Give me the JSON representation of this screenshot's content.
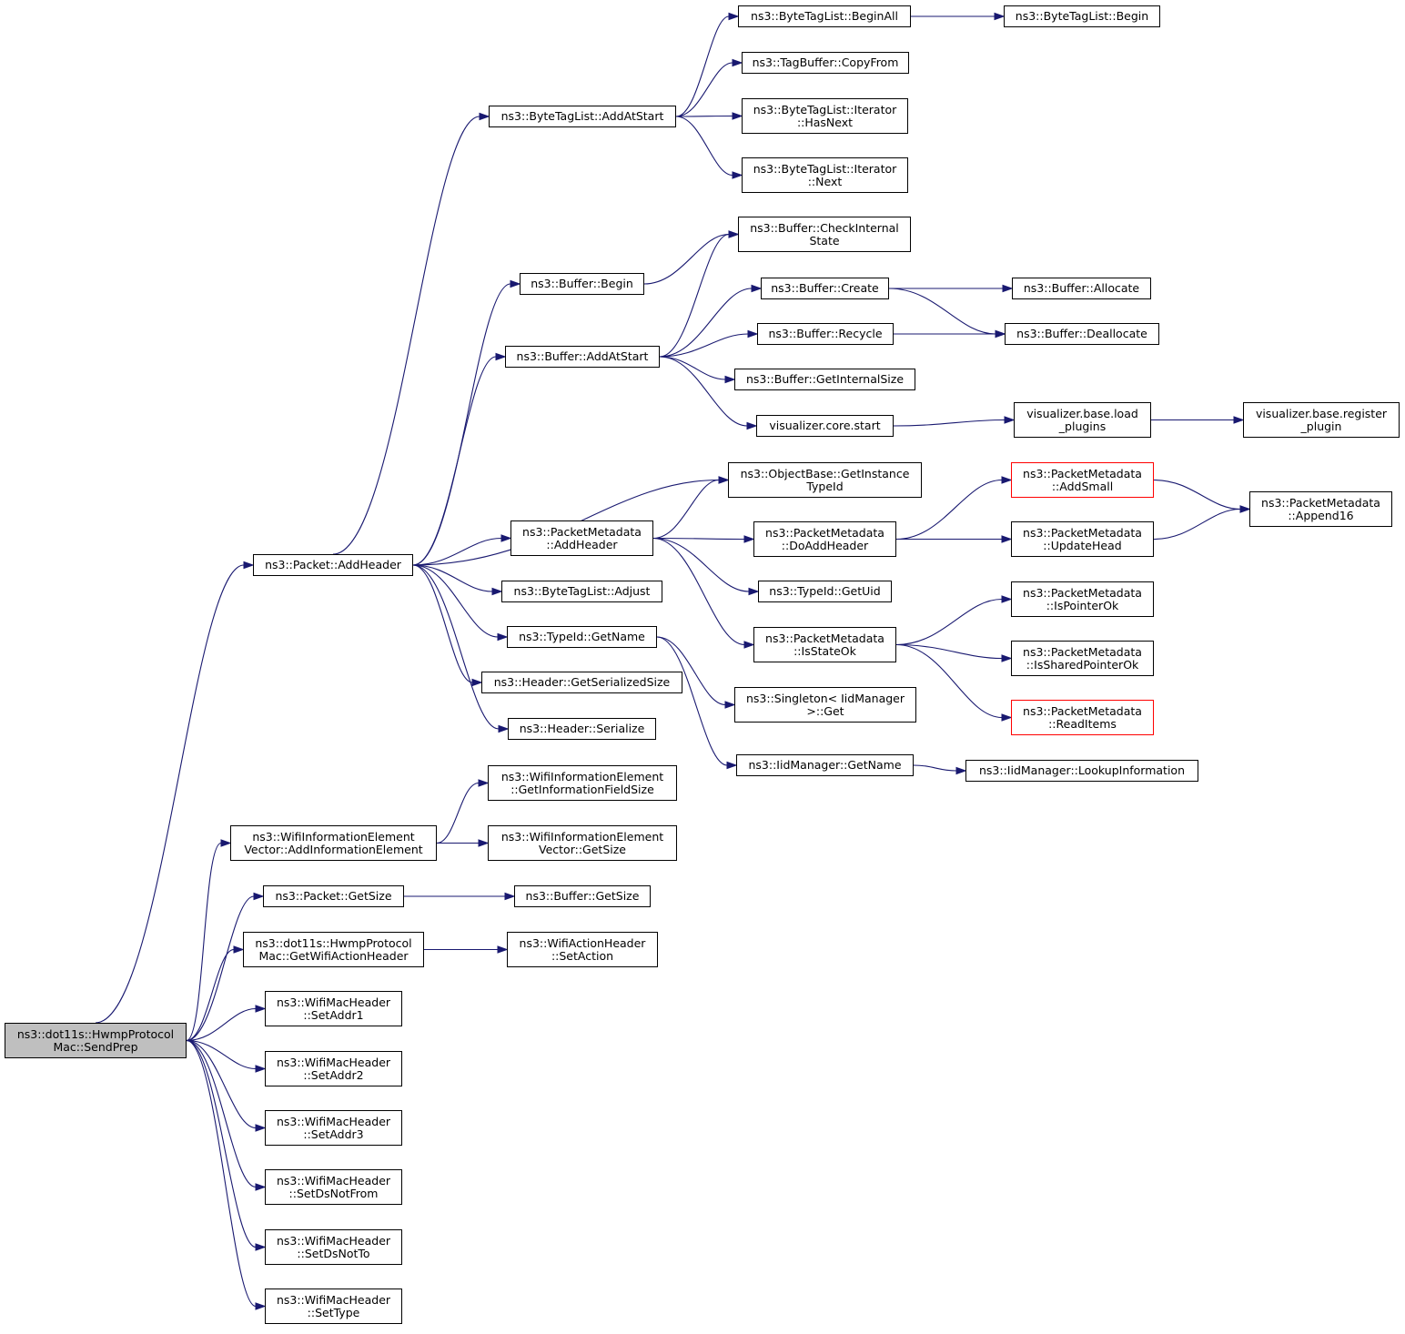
{
  "colors": {
    "edge": "#191970",
    "root_fill": "#bfbfbf",
    "node_border": "#000000",
    "truncated_border": "#ff0000"
  },
  "nodes": {
    "sendprep": [
      "ns3::dot11s::HwmpProtocol",
      "Mac::SendPrep"
    ],
    "pkt_addheader": [
      "ns3::Packet::AddHeader"
    ],
    "btl_addatstart": [
      "ns3::ByteTagList::AddAtStart"
    ],
    "btl_beginall": [
      "ns3::ByteTagList::BeginAll"
    ],
    "btl_begin": [
      "ns3::ByteTagList::Begin"
    ],
    "tagbuf_copyfrom": [
      "ns3::TagBuffer::CopyFrom"
    ],
    "btl_it_hasnext": [
      "ns3::ByteTagList::Iterator",
      "::HasNext"
    ],
    "btl_it_next": [
      "ns3::ByteTagList::Iterator",
      "::Next"
    ],
    "buf_begin": [
      "ns3::Buffer::Begin"
    ],
    "buf_checkinternal": [
      "ns3::Buffer::CheckInternal",
      "State"
    ],
    "buf_addatstart": [
      "ns3::Buffer::AddAtStart"
    ],
    "buf_create": [
      "ns3::Buffer::Create"
    ],
    "buf_allocate": [
      "ns3::Buffer::Allocate"
    ],
    "buf_recycle": [
      "ns3::Buffer::Recycle"
    ],
    "buf_deallocate": [
      "ns3::Buffer::Deallocate"
    ],
    "buf_getinternalsize": [
      "ns3::Buffer::GetInternalSize"
    ],
    "viz_core_start": [
      "visualizer.core.start"
    ],
    "viz_load_plugins": [
      "visualizer.base.load",
      "_plugins"
    ],
    "viz_register_plugin": [
      "visualizer.base.register",
      "_plugin"
    ],
    "objbase_getinstancetypeid": [
      "ns3::ObjectBase::GetInstance",
      "TypeId"
    ],
    "pm_addheader": [
      "ns3::PacketMetadata",
      "::AddHeader"
    ],
    "pm_doaddheader": [
      "ns3::PacketMetadata",
      "::DoAddHeader"
    ],
    "pm_addsmall": [
      "ns3::PacketMetadata",
      "::AddSmall"
    ],
    "pm_updatehead": [
      "ns3::PacketMetadata",
      "::UpdateHead"
    ],
    "pm_append16": [
      "ns3::PacketMetadata",
      "::Append16"
    ],
    "btl_adjust": [
      "ns3::ByteTagList::Adjust"
    ],
    "typeid_getuid": [
      "ns3::TypeId::GetUid"
    ],
    "typeid_getname": [
      "ns3::TypeId::GetName"
    ],
    "pm_isstateok": [
      "ns3::PacketMetadata",
      "::IsStateOk"
    ],
    "pm_ispointerok": [
      "ns3::PacketMetadata",
      "::IsPointerOk"
    ],
    "pm_issharedpointerok": [
      "ns3::PacketMetadata",
      "::IsSharedPointerOk"
    ],
    "pm_readitems": [
      "ns3::PacketMetadata",
      "::ReadItems"
    ],
    "hdr_getserializedsize": [
      "ns3::Header::GetSerializedSize"
    ],
    "singleton_get": [
      "ns3::Singleton< IidManager",
      ">::Get"
    ],
    "hdr_serialize": [
      "ns3::Header::Serialize"
    ],
    "iid_getname": [
      "ns3::IidManager::GetName"
    ],
    "iid_lookupinfo": [
      "ns3::IidManager::LookupInformation"
    ],
    "wie_getinfofieldsize": [
      "ns3::WifiInformationElement",
      "::GetInformationFieldSize"
    ],
    "wiev_addinfoelement": [
      "ns3::WifiInformationElement",
      "Vector::AddInformationElement"
    ],
    "wiev_getsize": [
      "ns3::WifiInformationElement",
      "Vector::GetSize"
    ],
    "pkt_getsize": [
      "ns3::Packet::GetSize"
    ],
    "buf_getsize": [
      "ns3::Buffer::GetSize"
    ],
    "hwmp_getwifiactionheader": [
      "ns3::dot11s::HwmpProtocol",
      "Mac::GetWifiActionHeader"
    ],
    "wah_setaction": [
      "ns3::WifiActionHeader",
      "::SetAction"
    ],
    "wmh_setaddr1": [
      "ns3::WifiMacHeader",
      "::SetAddr1"
    ],
    "wmh_setaddr2": [
      "ns3::WifiMacHeader",
      "::SetAddr2"
    ],
    "wmh_setaddr3": [
      "ns3::WifiMacHeader",
      "::SetAddr3"
    ],
    "wmh_setdsnotfrom": [
      "ns3::WifiMacHeader",
      "::SetDsNotFrom"
    ],
    "wmh_setdsnotto": [
      "ns3::WifiMacHeader",
      "::SetDsNotTo"
    ],
    "wmh_settype": [
      "ns3::WifiMacHeader",
      "::SetType"
    ]
  },
  "edges": [
    [
      "sendprep",
      "pkt_addheader"
    ],
    [
      "sendprep",
      "wiev_addinfoelement"
    ],
    [
      "sendprep",
      "pkt_getsize"
    ],
    [
      "sendprep",
      "hwmp_getwifiactionheader"
    ],
    [
      "sendprep",
      "wmh_setaddr1"
    ],
    [
      "sendprep",
      "wmh_setaddr2"
    ],
    [
      "sendprep",
      "wmh_setaddr3"
    ],
    [
      "sendprep",
      "wmh_setdsnotfrom"
    ],
    [
      "sendprep",
      "wmh_setdsnotto"
    ],
    [
      "sendprep",
      "wmh_settype"
    ],
    [
      "pkt_addheader",
      "btl_addatstart"
    ],
    [
      "pkt_addheader",
      "buf_begin"
    ],
    [
      "pkt_addheader",
      "buf_addatstart"
    ],
    [
      "pkt_addheader",
      "objbase_getinstancetypeid"
    ],
    [
      "pkt_addheader",
      "pm_addheader"
    ],
    [
      "pkt_addheader",
      "btl_adjust"
    ],
    [
      "pkt_addheader",
      "typeid_getname"
    ],
    [
      "pkt_addheader",
      "hdr_getserializedsize"
    ],
    [
      "pkt_addheader",
      "hdr_serialize"
    ],
    [
      "btl_addatstart",
      "btl_beginall"
    ],
    [
      "btl_addatstart",
      "tagbuf_copyfrom"
    ],
    [
      "btl_addatstart",
      "btl_it_hasnext"
    ],
    [
      "btl_addatstart",
      "btl_it_next"
    ],
    [
      "btl_beginall",
      "btl_begin"
    ],
    [
      "buf_begin",
      "buf_checkinternal"
    ],
    [
      "buf_addatstart",
      "buf_checkinternal"
    ],
    [
      "buf_addatstart",
      "buf_create"
    ],
    [
      "buf_addatstart",
      "buf_recycle"
    ],
    [
      "buf_addatstart",
      "buf_getinternalsize"
    ],
    [
      "buf_addatstart",
      "viz_core_start"
    ],
    [
      "buf_create",
      "buf_allocate"
    ],
    [
      "buf_create",
      "buf_deallocate"
    ],
    [
      "buf_recycle",
      "buf_deallocate"
    ],
    [
      "viz_core_start",
      "viz_load_plugins"
    ],
    [
      "viz_load_plugins",
      "viz_register_plugin"
    ],
    [
      "pm_addheader",
      "objbase_getinstancetypeid"
    ],
    [
      "pm_addheader",
      "pm_doaddheader"
    ],
    [
      "pm_addheader",
      "typeid_getuid"
    ],
    [
      "pm_addheader",
      "pm_isstateok"
    ],
    [
      "pm_doaddheader",
      "pm_addsmall"
    ],
    [
      "pm_doaddheader",
      "pm_updatehead"
    ],
    [
      "pm_addsmall",
      "pm_append16"
    ],
    [
      "pm_updatehead",
      "pm_append16"
    ],
    [
      "pm_isstateok",
      "pm_ispointerok"
    ],
    [
      "pm_isstateok",
      "pm_issharedpointerok"
    ],
    [
      "pm_isstateok",
      "pm_readitems"
    ],
    [
      "typeid_getname",
      "singleton_get"
    ],
    [
      "typeid_getname",
      "iid_getname"
    ],
    [
      "iid_getname",
      "iid_lookupinfo"
    ],
    [
      "wiev_addinfoelement",
      "wie_getinfofieldsize"
    ],
    [
      "wiev_addinfoelement",
      "wiev_getsize"
    ],
    [
      "pkt_getsize",
      "buf_getsize"
    ],
    [
      "hwmp_getwifiactionheader",
      "wah_setaction"
    ]
  ]
}
